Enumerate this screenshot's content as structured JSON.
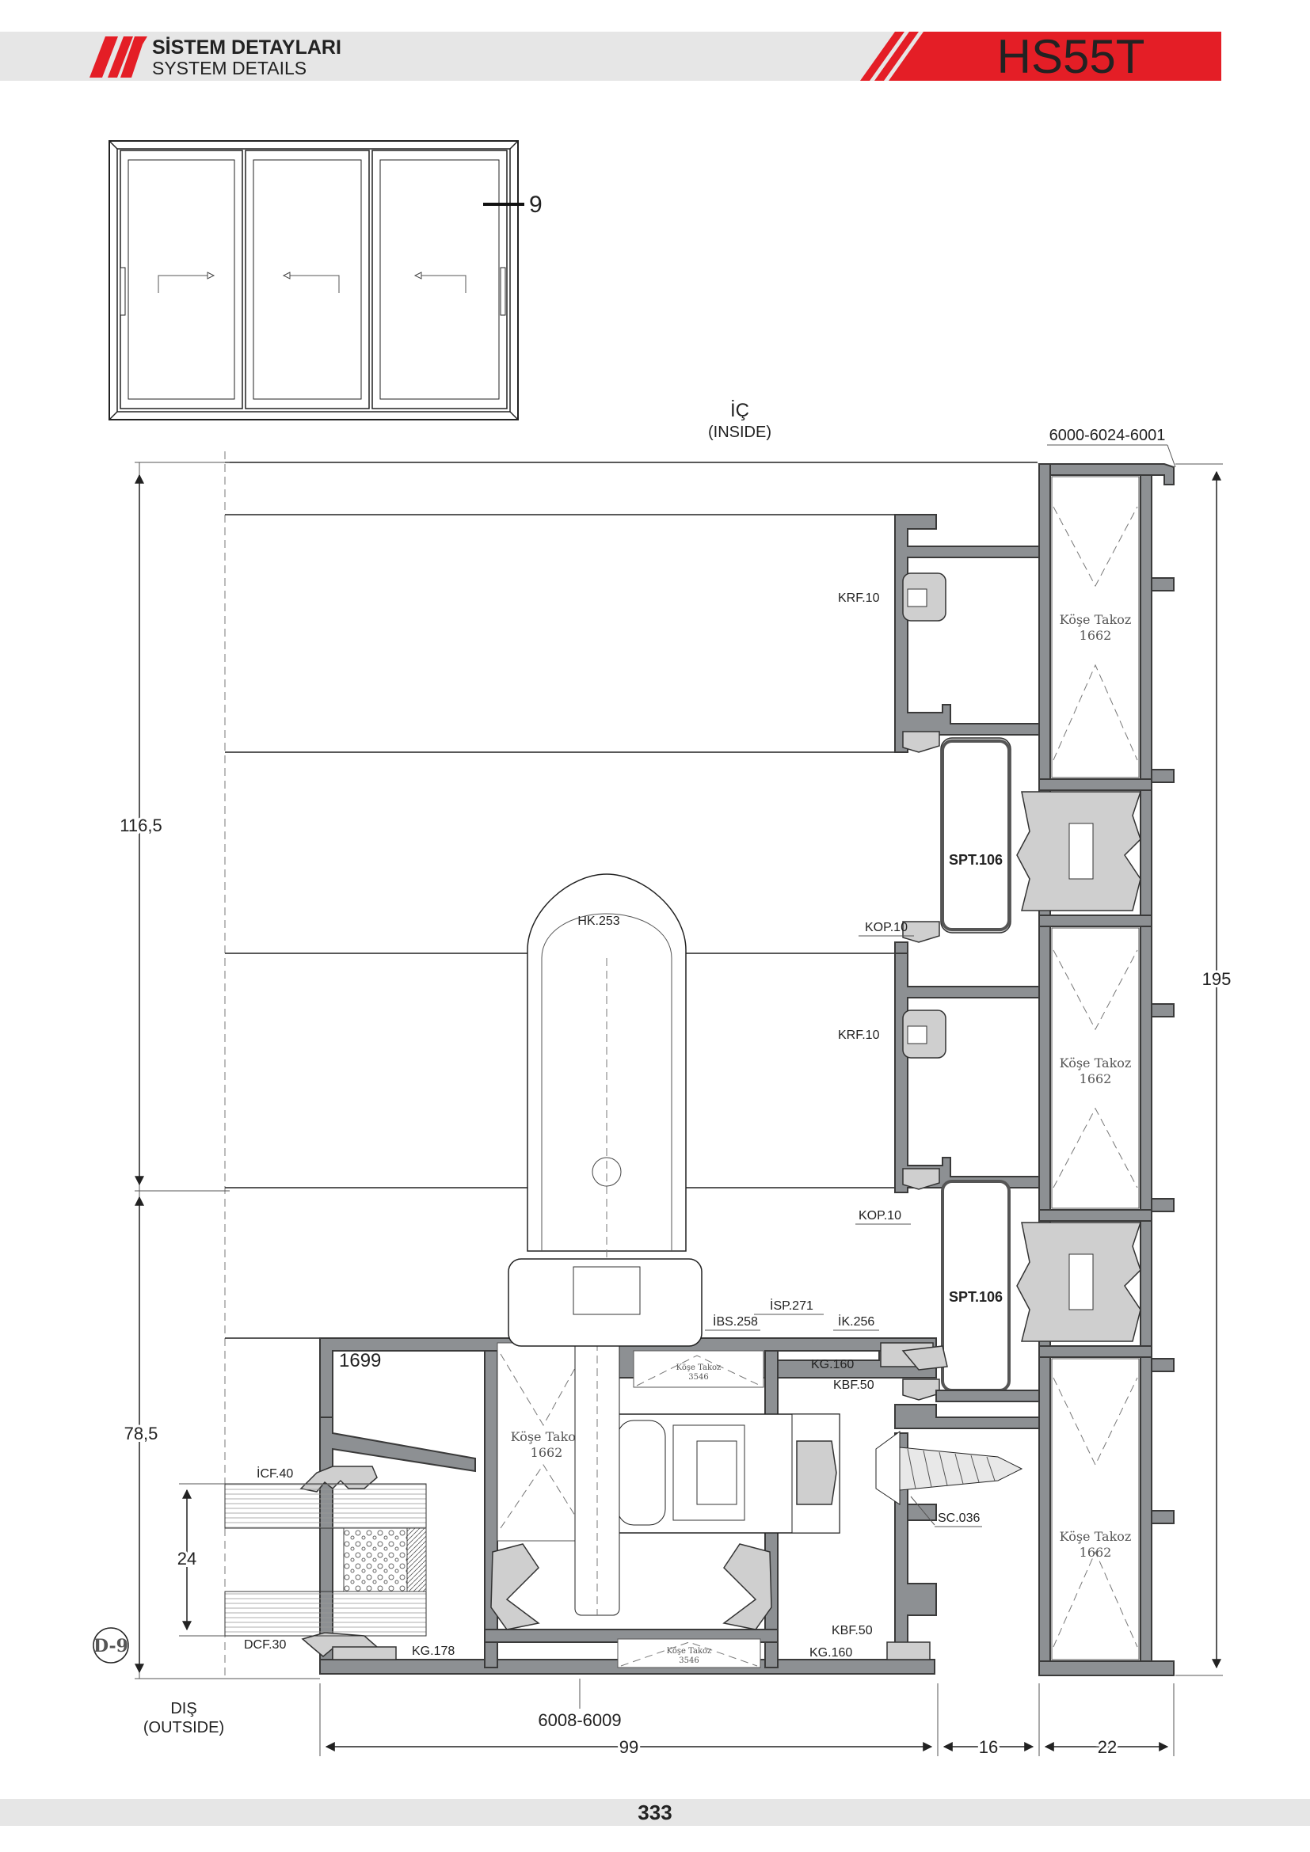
{
  "header": {
    "title_tr": "SİSTEM DETAYLARI",
    "title_en": "SYSTEM DETAILS",
    "system_code": "HS55T"
  },
  "thumbnail": {
    "section_marker": "9"
  },
  "orientation": {
    "inside_tr": "İÇ",
    "inside_en": "(INSIDE)",
    "outside_tr": "DIŞ",
    "outside_en": "(OUTSIDE)"
  },
  "profile_codes": {
    "outer_frame": "6000-6024-6001",
    "bottom_sash": "6008-6009",
    "sash_profile": "1699",
    "detail_ref": "D-9"
  },
  "parts": {
    "krf_top": "KRF.10",
    "krf_bottom": "KRF.10",
    "spt_top": "SPT.106",
    "spt_bottom": "SPT.106",
    "kop_top": "KOP.10",
    "kop_bottom": "KOP.10",
    "handle": "HK.253",
    "isp": "İSP.271",
    "ibs": "İBS.258",
    "ik": "İK.256",
    "kg160_top": "KG.160",
    "kbf50_top": "KBF.50",
    "kbf50_bottom": "KBF.50",
    "kg160_bottom": "KG.160",
    "kg178": "KG.178",
    "icf": "İCF.40",
    "dcf": "DCF.30",
    "screw": "SC.036"
  },
  "corner_blocks": {
    "label": "Köşe Takoz",
    "big_code": "1662",
    "small_code": "3546"
  },
  "dimensions": {
    "left_upper": "116,5",
    "left_lower": "78,5",
    "glass": "24",
    "right_total": "195",
    "bottom_main": "99",
    "bottom_mid": "16",
    "bottom_right": "22"
  },
  "footer": {
    "page_number": "333"
  },
  "colors": {
    "accent_red": "#e41e26",
    "header_gray": "#e6e6e6",
    "profile_gray": "#8d9093"
  }
}
